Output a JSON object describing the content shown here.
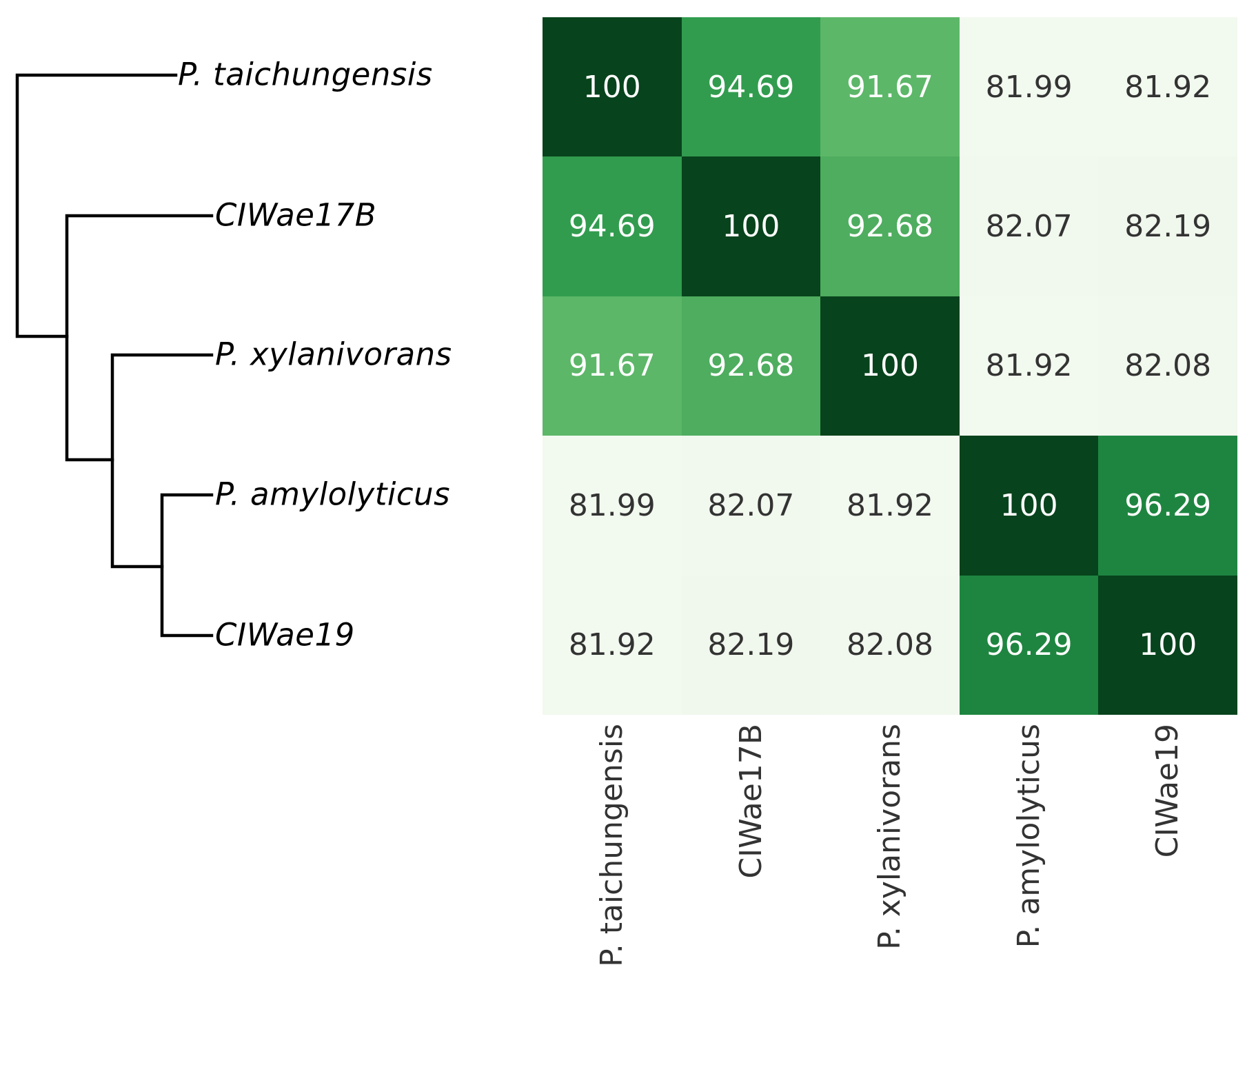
{
  "figure": {
    "kind": "dendrogram-with-similarity-heatmap",
    "background": "#ffffff"
  },
  "chart_data": {
    "type": "heatmap",
    "title": "",
    "rows": [
      "P. taichungensis",
      "CIWae17B",
      "P. xylanivorans",
      "P. amylolyticus",
      "CIWae19"
    ],
    "columns": [
      "P. taichungensis",
      "CIWae17B",
      "P. xylanivorans",
      "P. amylolyticus",
      "CIWae19"
    ],
    "values": [
      [
        100,
        94.69,
        91.67,
        81.99,
        81.92
      ],
      [
        94.69,
        100,
        92.68,
        82.07,
        82.19
      ],
      [
        91.67,
        92.68,
        100,
        81.92,
        82.08
      ],
      [
        81.99,
        82.07,
        81.92,
        100,
        96.29
      ],
      [
        81.92,
        82.19,
        82.08,
        96.29,
        100
      ]
    ],
    "value_labels": [
      [
        "100",
        "94.69",
        "91.67",
        "81.99",
        "81.92"
      ],
      [
        "94.69",
        "100",
        "92.68",
        "82.07",
        "82.19"
      ],
      [
        "91.67",
        "92.68",
        "100",
        "81.92",
        "82.08"
      ],
      [
        "81.99",
        "82.07",
        "81.92",
        "100",
        "96.29"
      ],
      [
        "81.92",
        "82.19",
        "82.08",
        "96.29",
        "100"
      ]
    ],
    "cell_colors": [
      [
        "#07431C",
        "#319C4E",
        "#5CB768",
        "#F2F9EF",
        "#F2F9EF"
      ],
      [
        "#319C4E",
        "#07431C",
        "#4EAD5F",
        "#F1F8EE",
        "#F0F7EC"
      ],
      [
        "#5CB768",
        "#4EAD5F",
        "#07431C",
        "#F2F9EF",
        "#F1F8EE"
      ],
      [
        "#F2F9EF",
        "#F1F8EE",
        "#F2F9EF",
        "#07431C",
        "#1E8540"
      ],
      [
        "#F2F9EF",
        "#F0F7EC",
        "#F1F8EE",
        "#1E8540",
        "#07431C"
      ]
    ],
    "text_colors": [
      [
        "#FFFFFF",
        "#FFFFFF",
        "#FFFFFF",
        "#333333",
        "#333333"
      ],
      [
        "#FFFFFF",
        "#FFFFFF",
        "#FFFFFF",
        "#333333",
        "#333333"
      ],
      [
        "#FFFFFF",
        "#FFFFFF",
        "#FFFFFF",
        "#333333",
        "#333333"
      ],
      [
        "#333333",
        "#333333",
        "#333333",
        "#FFFFFF",
        "#FFFFFF"
      ],
      [
        "#333333",
        "#333333",
        "#333333",
        "#FFFFFF",
        "#FFFFFF"
      ]
    ],
    "colormap": "Greens",
    "value_range": [
      81.92,
      100
    ],
    "grid": false,
    "legend": false
  },
  "tree": {
    "topology_newick": "(P. taichungensis,(CIWae17B,(P. xylanivorans,(P. amylolyticus,CIWae19))));",
    "line_color": "#000000",
    "leaves": [
      "P. taichungensis",
      "CIWae17B",
      "P. xylanivorans",
      "P. amylolyticus",
      "CIWae19"
    ]
  }
}
